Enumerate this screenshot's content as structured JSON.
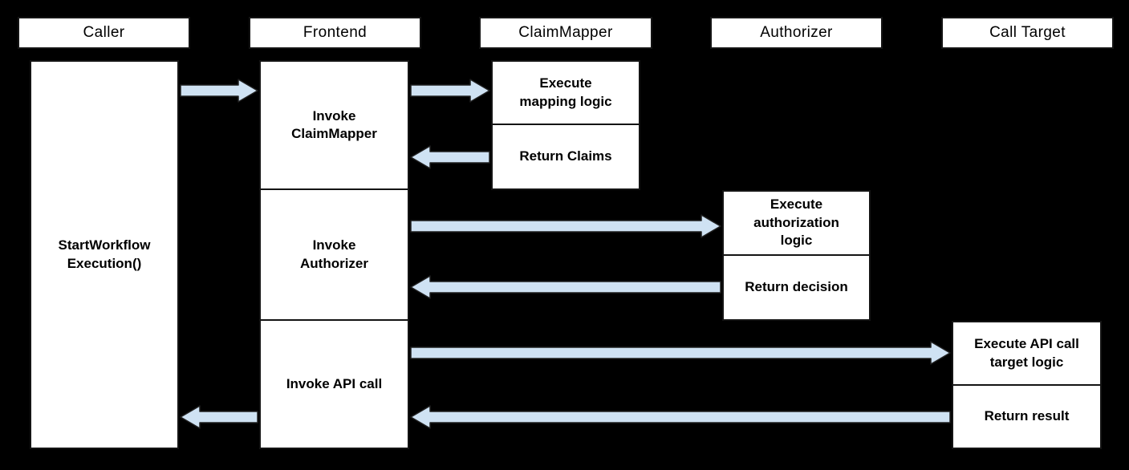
{
  "diagram": {
    "headers": {
      "caller": "Caller",
      "frontend": "Frontend",
      "claimmapper": "ClaimMapper",
      "authorizer": "Authorizer",
      "calltarget": "Call Target"
    },
    "caller": {
      "step1": "StartWorkflow\nExecution()"
    },
    "frontend": {
      "step1": "Invoke\nClaimMapper",
      "step2": "Invoke\nAuthorizer",
      "step3": "Invoke API call"
    },
    "claimmapper": {
      "step1": "Execute\nmapping logic",
      "step2": "Return Claims"
    },
    "authorizer": {
      "step1": "Execute\nauthorization\nlogic",
      "step2": "Return decision"
    },
    "calltarget": {
      "step1": "Execute API call\ntarget logic",
      "step2": "Return result"
    },
    "arrows": [
      {
        "from": "caller",
        "to": "frontend-invoke-claimmapper",
        "direction": "right"
      },
      {
        "from": "frontend-invoke-claimmapper",
        "to": "claimmapper-execute-mapping-logic",
        "direction": "right"
      },
      {
        "from": "claimmapper-return-claims",
        "to": "frontend-invoke-claimmapper",
        "direction": "left"
      },
      {
        "from": "frontend-invoke-authorizer",
        "to": "authorizer-execute-authorization-logic",
        "direction": "right"
      },
      {
        "from": "authorizer-return-decision",
        "to": "frontend-invoke-authorizer",
        "direction": "left"
      },
      {
        "from": "frontend-invoke-api-call",
        "to": "calltarget-execute-api-call-target-logic",
        "direction": "right"
      },
      {
        "from": "calltarget-return-result",
        "to": "frontend-invoke-api-call",
        "direction": "left"
      },
      {
        "from": "frontend-invoke-api-call",
        "to": "caller",
        "direction": "left"
      }
    ],
    "colors": {
      "background": "#000000",
      "box_fill": "#ffffff",
      "box_border": "#141414",
      "text": "#000000",
      "arrow_fill": "#cfe2f3",
      "arrow_stroke": "#1f1f1f"
    }
  }
}
